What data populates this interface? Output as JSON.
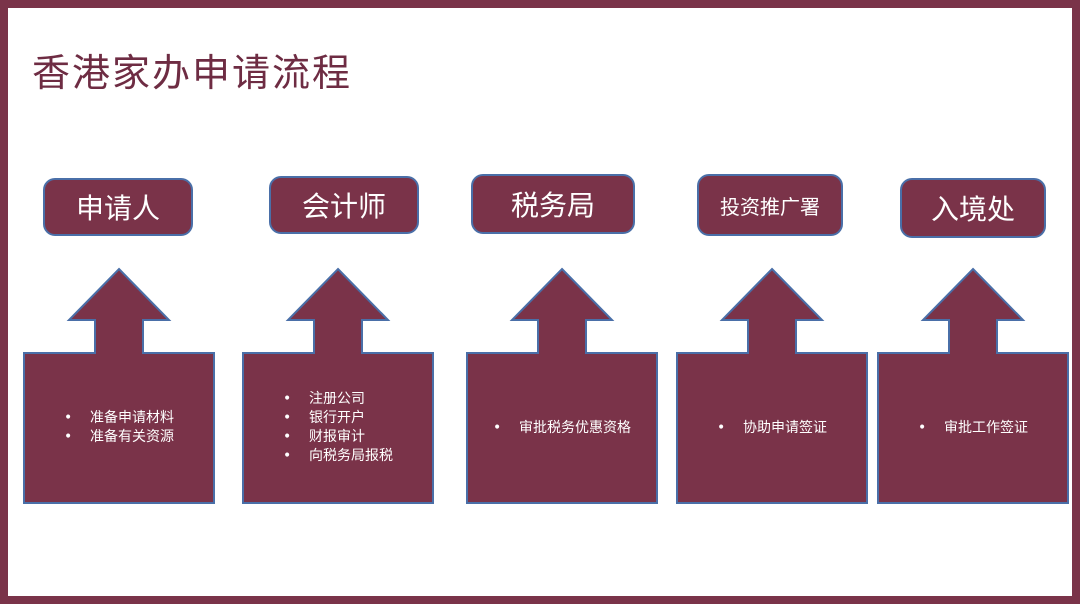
{
  "title": "香港家办申请流程",
  "colors": {
    "fill": "#7a3349",
    "stroke": "#4a6fa8",
    "frame": "#7a3349",
    "text": "#ffffff"
  },
  "steps": [
    {
      "label": "申请人",
      "items": [
        "准备申请材料",
        "准备有关资源"
      ]
    },
    {
      "label": "会计师",
      "items": [
        "注册公司",
        "银行开户",
        "财报审计",
        "向税务局报税"
      ]
    },
    {
      "label": "税务局",
      "items": [
        "审批税务优惠资格"
      ]
    },
    {
      "label": "投资推广署",
      "items": [
        "协助申请签证"
      ]
    },
    {
      "label": "入境处",
      "items": [
        "审批工作签证"
      ]
    }
  ]
}
